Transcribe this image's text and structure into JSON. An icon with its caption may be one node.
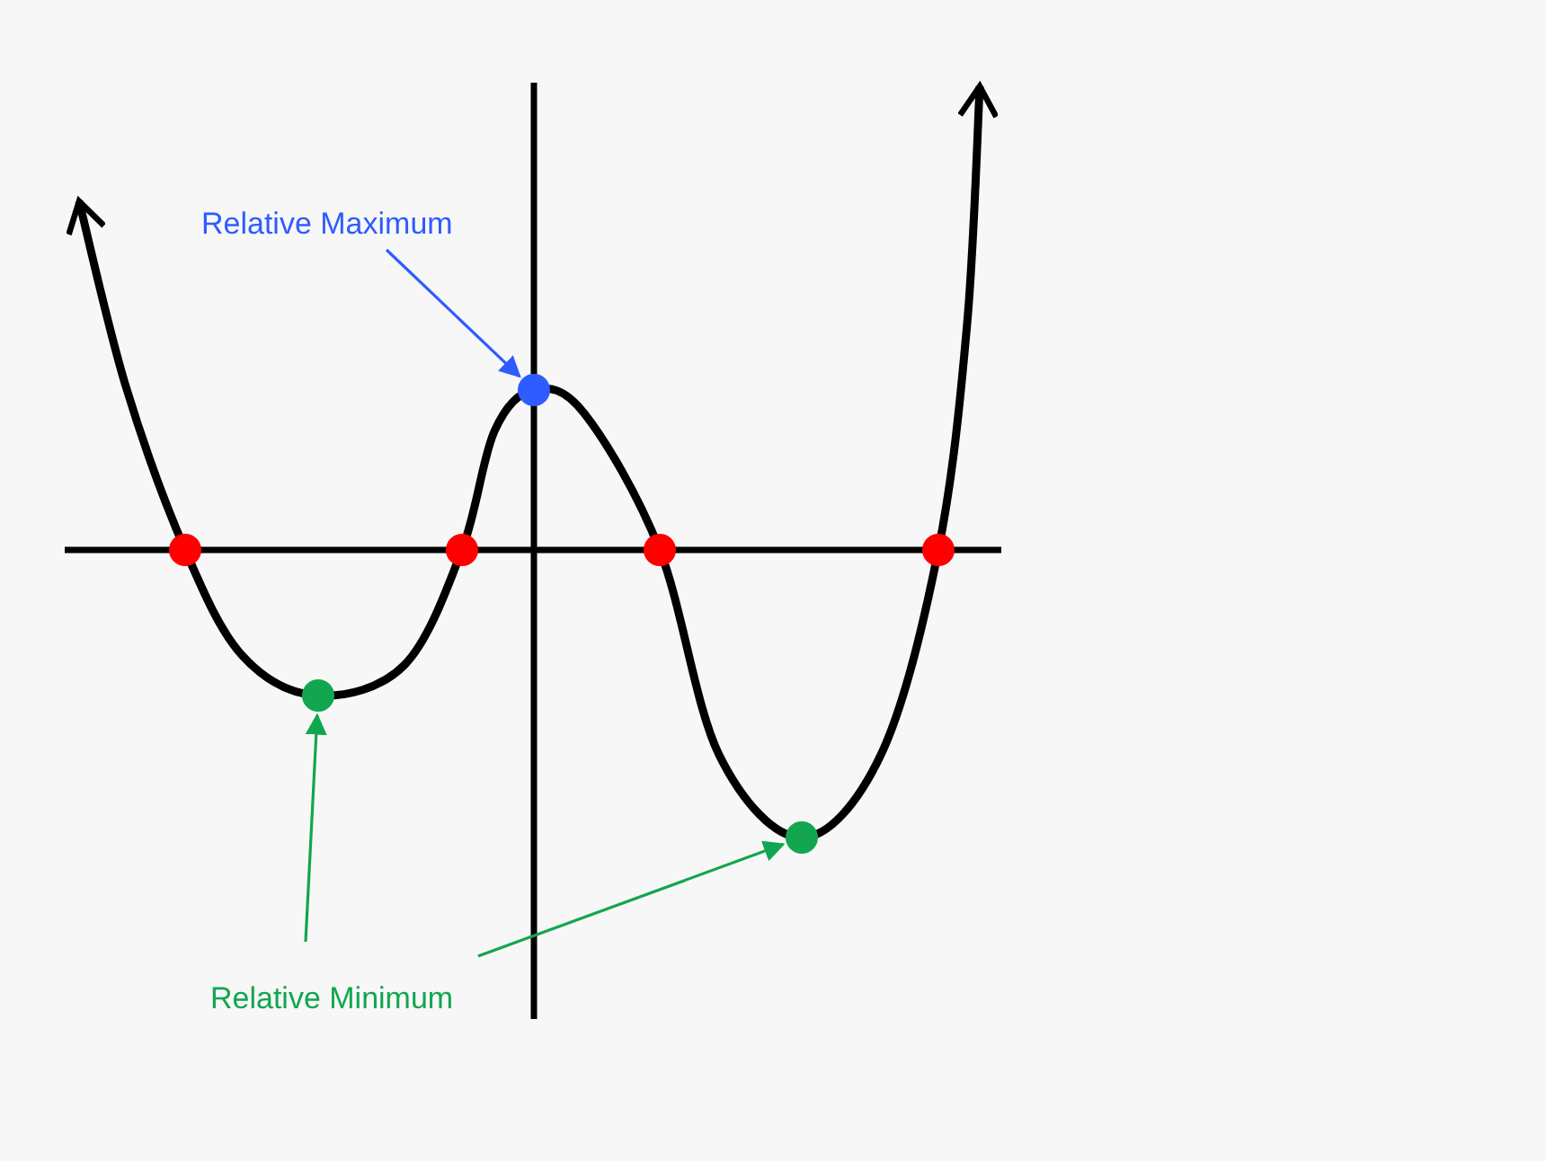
{
  "diagram": {
    "nodes": [
      {
        "text": [
          "Relative Maximum"
        ]
      },
      {
        "text": [],
        "shape": "circle"
      },
      {
        "text": [
          "Relative Minimum"
        ]
      },
      {
        "text": [],
        "shape": "circle"
      },
      {
        "text": [],
        "shape": "circle"
      }
    ],
    "edges": [
      {
        "from": 0,
        "to": 1,
        "arrow": "to",
        "color": "#2f5cff"
      },
      {
        "from": 2,
        "to": 3,
        "arrow": "to",
        "color": "#12a650"
      },
      {
        "from": 2,
        "to": 4,
        "arrow": "to",
        "color": "#12a650"
      }
    ]
  }
}
